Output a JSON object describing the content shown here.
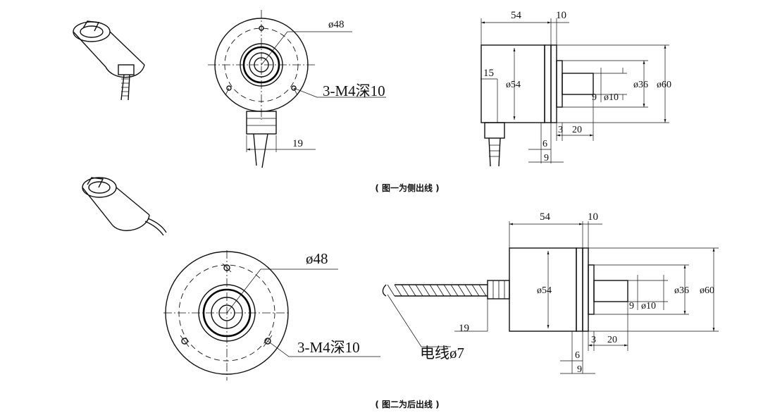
{
  "figure1": {
    "caption": "( 图一为侧出线 )",
    "front": {
      "dia_outer": "ø48",
      "mount": "3-M4深10",
      "offset": "19"
    },
    "side": {
      "len_body": "54",
      "len_flange": "10",
      "dia_body": "ø54",
      "cable": "15",
      "dia_pilot": "ø36",
      "dia_outer": "ø60",
      "shaft_len": "9",
      "shaft_dia": "ø10",
      "pilot_len": "3",
      "shaft_total": "20",
      "d6": "6",
      "d9": "9"
    }
  },
  "figure2": {
    "caption": "( 图二为后出线 )",
    "front": {
      "dia_outer": "ø48",
      "mount": "3-M4深10"
    },
    "side": {
      "len_body": "54",
      "len_flange": "10",
      "dia_body": "ø54",
      "cable_offset": "19",
      "cable_label": "电线ø7",
      "dia_pilot": "ø36",
      "dia_outer": "ø60",
      "shaft_len": "9",
      "shaft_dia": "ø10",
      "pilot_len": "3",
      "shaft_total": "20",
      "d6": "6",
      "d9": "9"
    }
  }
}
